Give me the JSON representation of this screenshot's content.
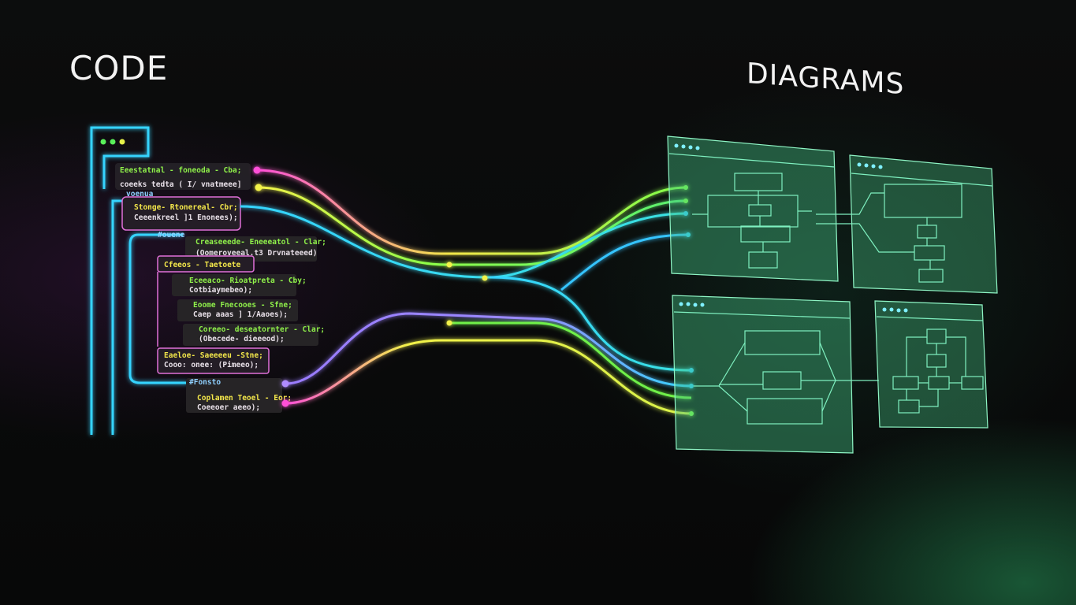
{
  "titles": {
    "code": "CODE",
    "diagrams": "DIAGRAMS"
  },
  "colors": {
    "pink": "#ff4fd8",
    "yellow": "#f2f24a",
    "green": "#7dff4a",
    "cyan": "#35d4ff",
    "purple": "#9a7bff",
    "panel": "#4fd99a"
  },
  "code_blocks": [
    {
      "label": "",
      "lines": [
        "Eeestatnal - foneoda - Cba;",
        "coeeks tedta ( I/ vnatmeee]"
      ]
    },
    {
      "label": "voenua",
      "lines": [
        "Stonge- Rtonereal- Cbr;",
        "Ceeenkreel ]1 Enonees);"
      ]
    },
    {
      "label": "#ouene",
      "lines": [
        "Creaseeede- Eneeeatol - Clar;",
        "(Oomeroveeal.t3 Drvnateeed)"
      ]
    },
    {
      "label": "Cfeeos - Taetoete",
      "lines": []
    },
    {
      "label": "",
      "lines": [
        "Eceeaco- Rioatpreta - Cby;",
        "Cotbiaymebeo);"
      ]
    },
    {
      "label": "",
      "lines": [
        "Eoome Fnecooes - Sfne;",
        "Caep aaas ] 1/Aaoes);"
      ]
    },
    {
      "label": "",
      "lines": [
        "Coreeo- deseatornter - Clar;",
        "(Obecede- dieeeod);"
      ]
    },
    {
      "label": "",
      "lines": [
        "Eaeloe- Saeeeeu -Stne;",
        "Cooo: onee: (Pimeeo);"
      ]
    },
    {
      "label": "#Fonsto",
      "lines": [
        "Coplamen Teoel - Eor;",
        "Coeeoer aeeo);"
      ]
    }
  ]
}
